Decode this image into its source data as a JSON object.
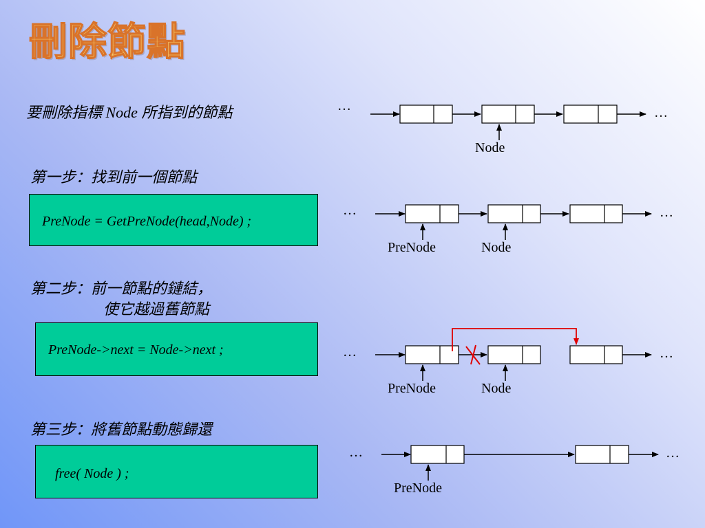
{
  "title": "刪除節點",
  "intro": "要刪除指標 Node 所指到的節點",
  "steps": [
    {
      "heading": "第一步：找到前一個節點",
      "code": "PreNode = GetPreNode(head,Node) ;"
    },
    {
      "heading_line1": "第二步：前一節點的鏈結，",
      "heading_line2": "使它越過舊節點",
      "code": "PreNode->next = Node->next ;"
    },
    {
      "heading": "第三步：將舊節點動態歸還",
      "code": "free( Node ) ;"
    }
  ],
  "labels": {
    "ellipsis": "…",
    "node": "Node",
    "prenode": "PreNode"
  },
  "colors": {
    "code_box": "#00cc99",
    "relink_arrow": "#e00000",
    "cut_mark": "#e00000"
  }
}
